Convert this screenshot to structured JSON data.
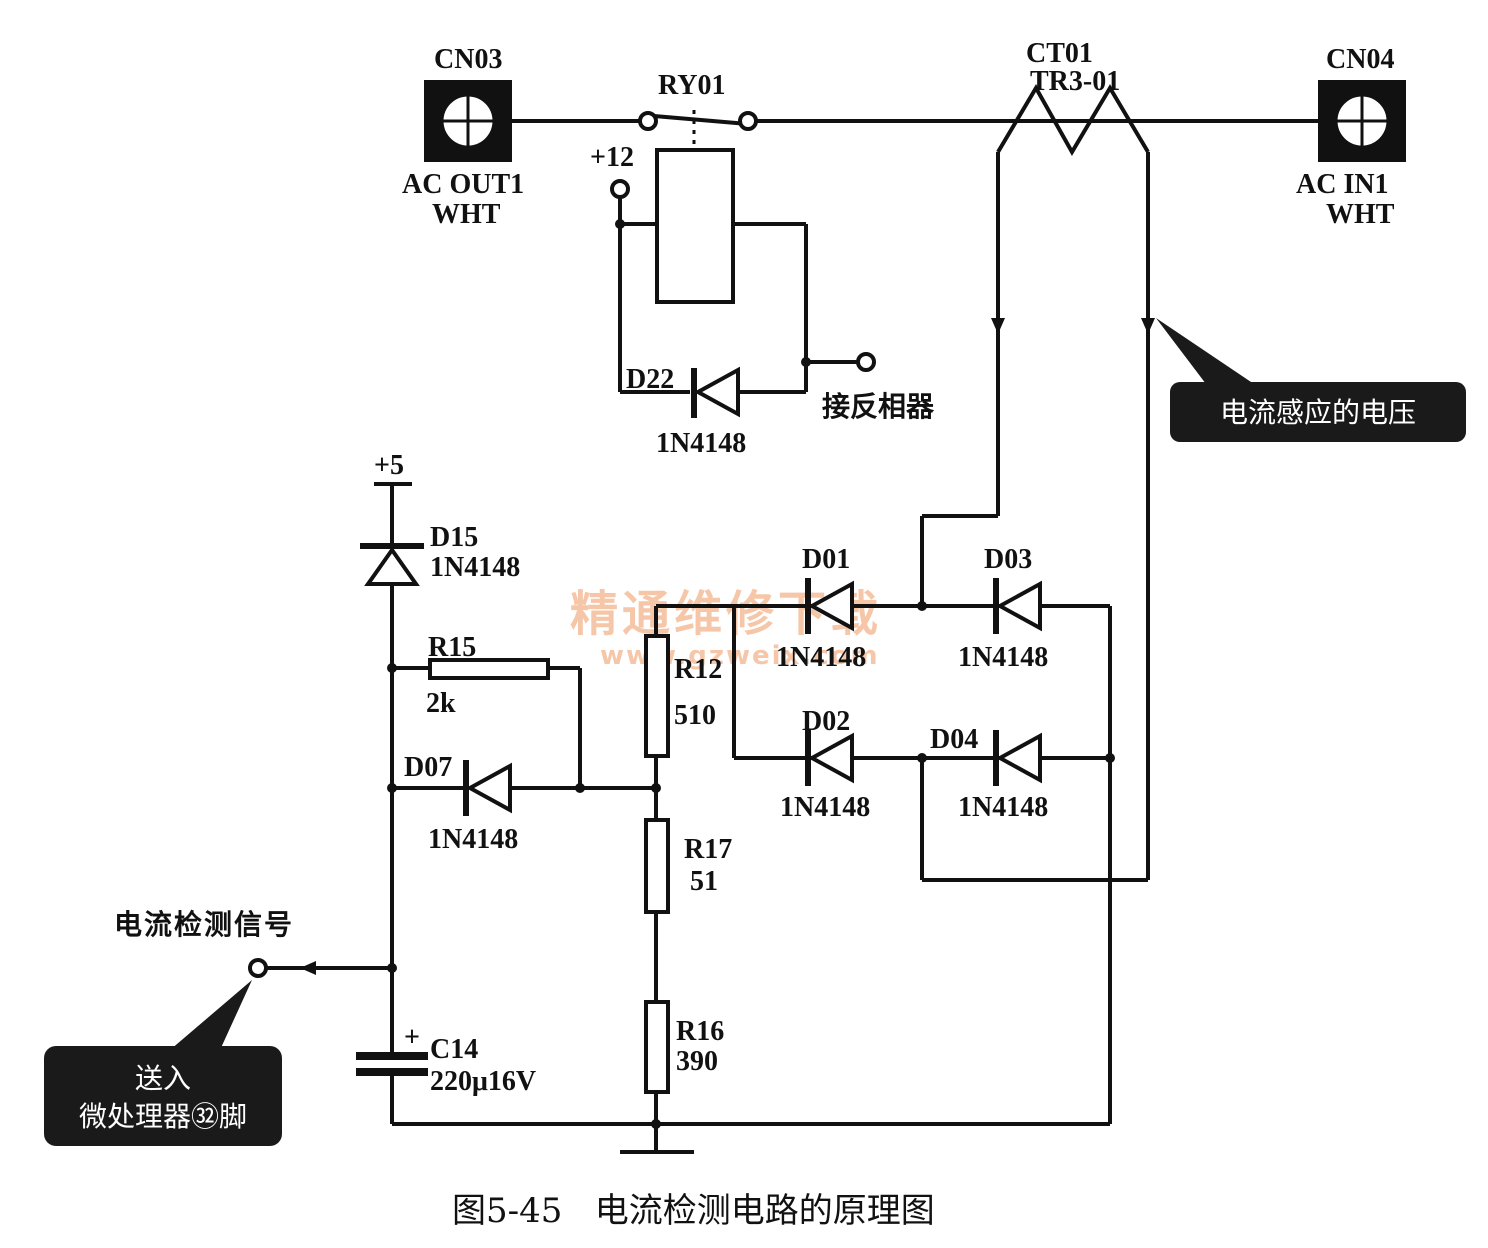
{
  "figure": {
    "caption": "图5-45   电流检测电路的原理图"
  },
  "connectors": {
    "cn03": {
      "ref": "CN03",
      "line1": "AC OUT1",
      "line2": "WHT"
    },
    "cn04": {
      "ref": "CN04",
      "line1": "AC IN1",
      "line2": "WHT"
    }
  },
  "relay": {
    "ref": "RY01",
    "supply": "+12"
  },
  "transformer": {
    "ref": "CT01",
    "part": "TR3-01"
  },
  "diodes": {
    "d22": {
      "ref": "D22",
      "part": "1N4148"
    },
    "d15": {
      "ref": "D15",
      "part": "1N4148"
    },
    "d07": {
      "ref": "D07",
      "part": "1N4148"
    },
    "d01": {
      "ref": "D01",
      "part": "1N4148"
    },
    "d02": {
      "ref": "D02",
      "part": "1N4148"
    },
    "d03": {
      "ref": "D03",
      "part": "1N4148"
    },
    "d04": {
      "ref": "D04",
      "part": "1N4148"
    }
  },
  "resistors": {
    "r15": {
      "ref": "R15",
      "value": "2k"
    },
    "r12": {
      "ref": "R12",
      "value": "510"
    },
    "r17": {
      "ref": "R17",
      "value": "51"
    },
    "r16": {
      "ref": "R16",
      "value": "390"
    }
  },
  "capacitor": {
    "ref": "C14",
    "value": "220μ16V",
    "polarity": "+"
  },
  "supply_5v": "+5",
  "labels": {
    "inverter": "接反相器",
    "current_signal": "电流检测信号",
    "ct_voltage": "电流感应的电压",
    "to_mcu_line1": "送入",
    "to_mcu_line2": "微处理器㉜脚"
  },
  "watermark": {
    "line1": "精通维修下载",
    "line2": "www.gzweix.com"
  },
  "colors": {
    "ink": "#111111",
    "callout_bg": "#1a1a1a",
    "callout_text": "#ffffff",
    "watermark": "#f4b48c"
  }
}
